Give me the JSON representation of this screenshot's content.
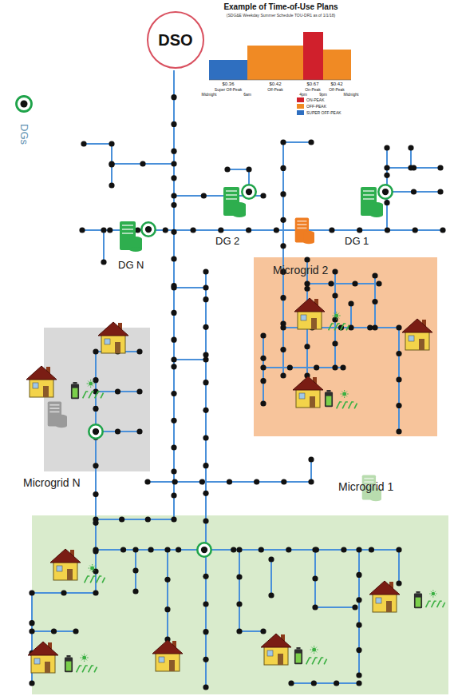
{
  "diagram": {
    "nodes": [
      {
        "text": [
          "DSO"
        ]
      },
      {
        "text": [
          "Microgrid 2"
        ]
      },
      {
        "text": [
          "Microgrid N"
        ]
      },
      {
        "text": [
          "Microgrid 1"
        ]
      }
    ],
    "labels": [
      "Example of Time-of-Use Plans",
      "(SDG&E Weekday Summer Schedule TOU-DR1 as of 1/1/18)",
      "$0.36",
      "$0.42",
      "$0.67",
      "$0.42",
      "Super Off-Peak",
      "Off-Peak",
      "On-Peak",
      "Off-Peak",
      "Midnight",
      "6am",
      "4pm",
      "9pm",
      "Midnight",
      "DGs",
      "DG 2",
      "DG 1",
      "DG N"
    ],
    "legend": [
      {
        "text": "ON-PEAK",
        "color": "#d0202c"
      },
      {
        "text": "OFF-PEAK",
        "color": "#f08a24"
      },
      {
        "text": "SUPER OFF-PEAK",
        "color": "#2f6fc0"
      }
    ]
  }
}
